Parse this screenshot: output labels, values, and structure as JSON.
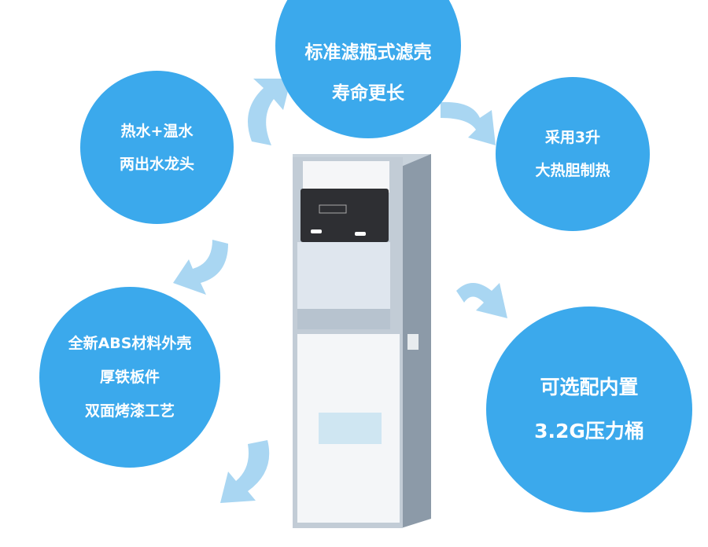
{
  "features": {
    "top": [
      "标准滤瓶式滤壳",
      "寿命更长"
    ],
    "left_top": [
      "热水+温水",
      "两出水龙头"
    ],
    "right_top": [
      "采用3升",
      "大热胆制热"
    ],
    "left_bottom": [
      "全新ABS材料外壳",
      "厚铁板件",
      "双面烤漆工艺"
    ],
    "right_bottom": [
      "可选配内置",
      "3.2G压力桶"
    ]
  },
  "colors": {
    "circle": "#3ba9ec",
    "arrow": "#a9d6f2"
  }
}
